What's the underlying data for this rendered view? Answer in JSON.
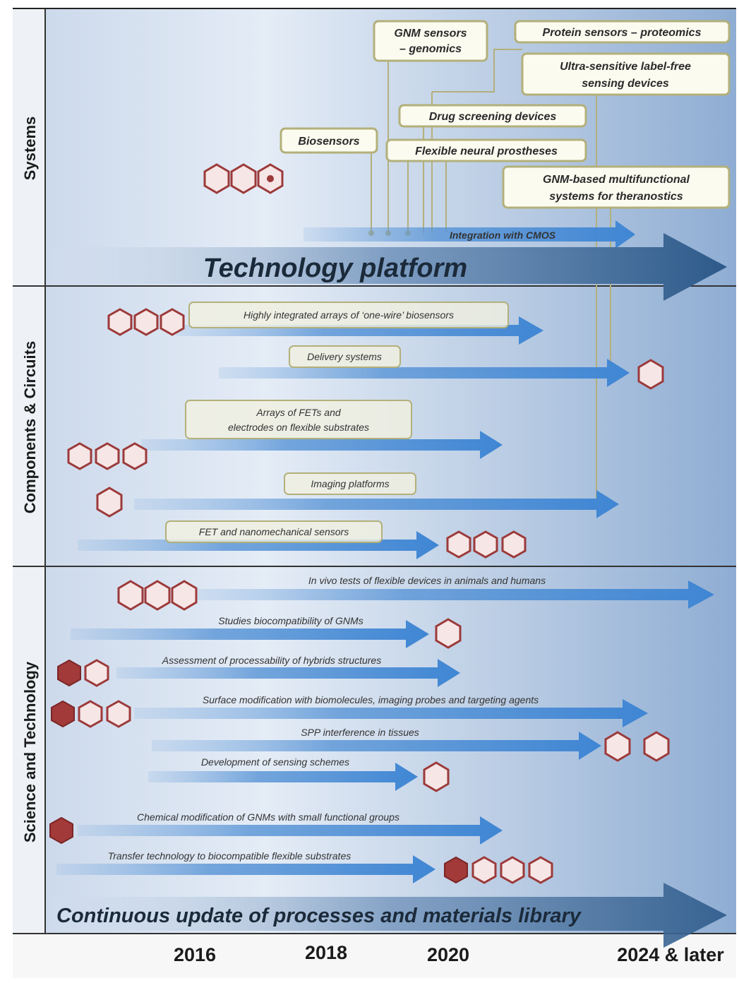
{
  "sections": {
    "systems": "Systems",
    "components": "Components & Circuits",
    "science": "Science and Technology"
  },
  "banners": {
    "platform": "Technology platform",
    "library": "Continuous update of processes and materials library"
  },
  "years": [
    "2016",
    "2018",
    "2020",
    "2024 & later"
  ],
  "system_boxes": {
    "dna": [
      "GNM sensors",
      "– genomics"
    ],
    "protein": "Protein sensors – proteomics",
    "ultra": [
      "Ultra-sensitive label-free",
      "sensing devices"
    ],
    "drug": "Drug screening devices",
    "bio": "Biosensors",
    "neural": "Flexible neural prostheses",
    "theranostics": [
      "GNM-based multifunctional",
      "systems for theranostics"
    ],
    "cmos": "Integration with CMOS"
  },
  "component_labels": {
    "arrays": "Highly integrated arrays of ‘one-wire’ biosensors",
    "delivery": "Delivery systems",
    "fets": [
      "Arrays of FETs and",
      "electrodes on flexible substrates"
    ],
    "imaging": "Imaging platforms",
    "fet_nems": "FET and nanomechanical sensors"
  },
  "science_labels": {
    "invivo": "In vivo tests of flexible devices in animals and humans",
    "biocompat": "Studies biocompatibility of GNMs",
    "assessment": "Assessment of processability of hybrids structures",
    "surface": "Surface modification with biomolecules, imaging probes and targeting agents",
    "spp": "SPP interference in tissues",
    "sensing": "Development of sensing schemes",
    "chemical": "Chemical modification of GNMs with small functional groups",
    "transfer": "Transfer technology to biocompatible flexible substrates"
  },
  "icons": [
    "flask-icon",
    "chip-icon",
    "eye-icon",
    "cell-icon",
    "dna-icon",
    "molecule-icon"
  ],
  "colors": {
    "arrow": "#4a8fd6",
    "banner_arrow": "#3d6c9c",
    "icon_red": "#9c3a3a",
    "box_border": "#b3b07a"
  }
}
